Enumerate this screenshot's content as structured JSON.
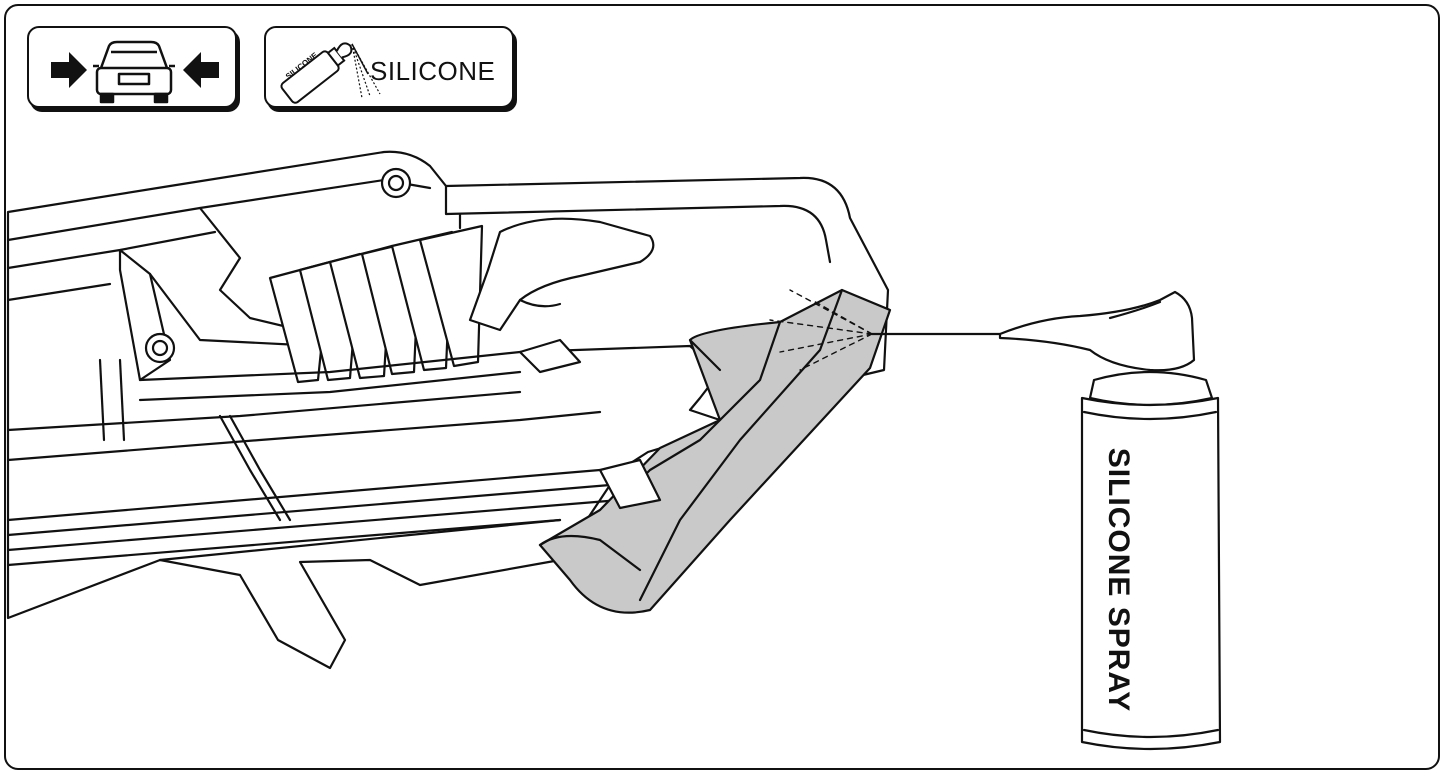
{
  "badges": {
    "silicone_label": "SILICONE",
    "can_mini_label": "SILICONE"
  },
  "spray_can": {
    "label": "SILICONE SPRAY"
  },
  "icons": [
    "car-narrow-icon",
    "arrow-right-icon",
    "arrow-left-icon",
    "silicone-spray-icon"
  ],
  "colors": {
    "line": "#111111",
    "shaded_rail": "#c9c9c9",
    "background": "#ffffff"
  }
}
